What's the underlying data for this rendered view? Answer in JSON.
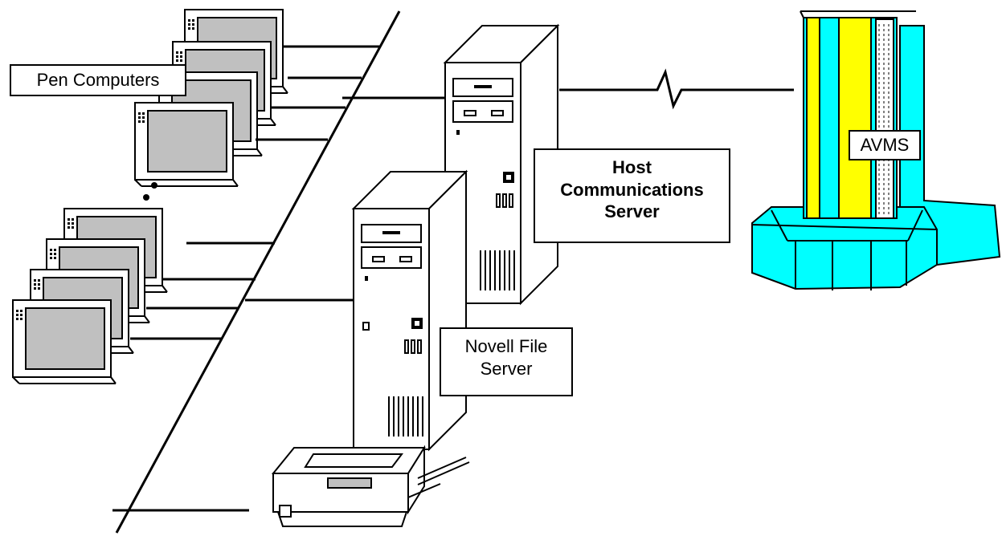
{
  "labels": {
    "pen_computers": "Pen Computers",
    "host_server_line1": "Host",
    "host_server_line2": "Communications",
    "host_server_line3": "Server",
    "novell_line1": "Novell File",
    "novell_line2": "Server",
    "avms": "AVMS"
  },
  "colors": {
    "screen": "#c0c0c0",
    "mainframe_cyan": "#00ffff",
    "mainframe_yellow": "#ffff00",
    "line": "#000000"
  },
  "icons": [
    "pen-computer-icon",
    "tower-server-icon",
    "printer-icon",
    "mainframe-icon"
  ]
}
